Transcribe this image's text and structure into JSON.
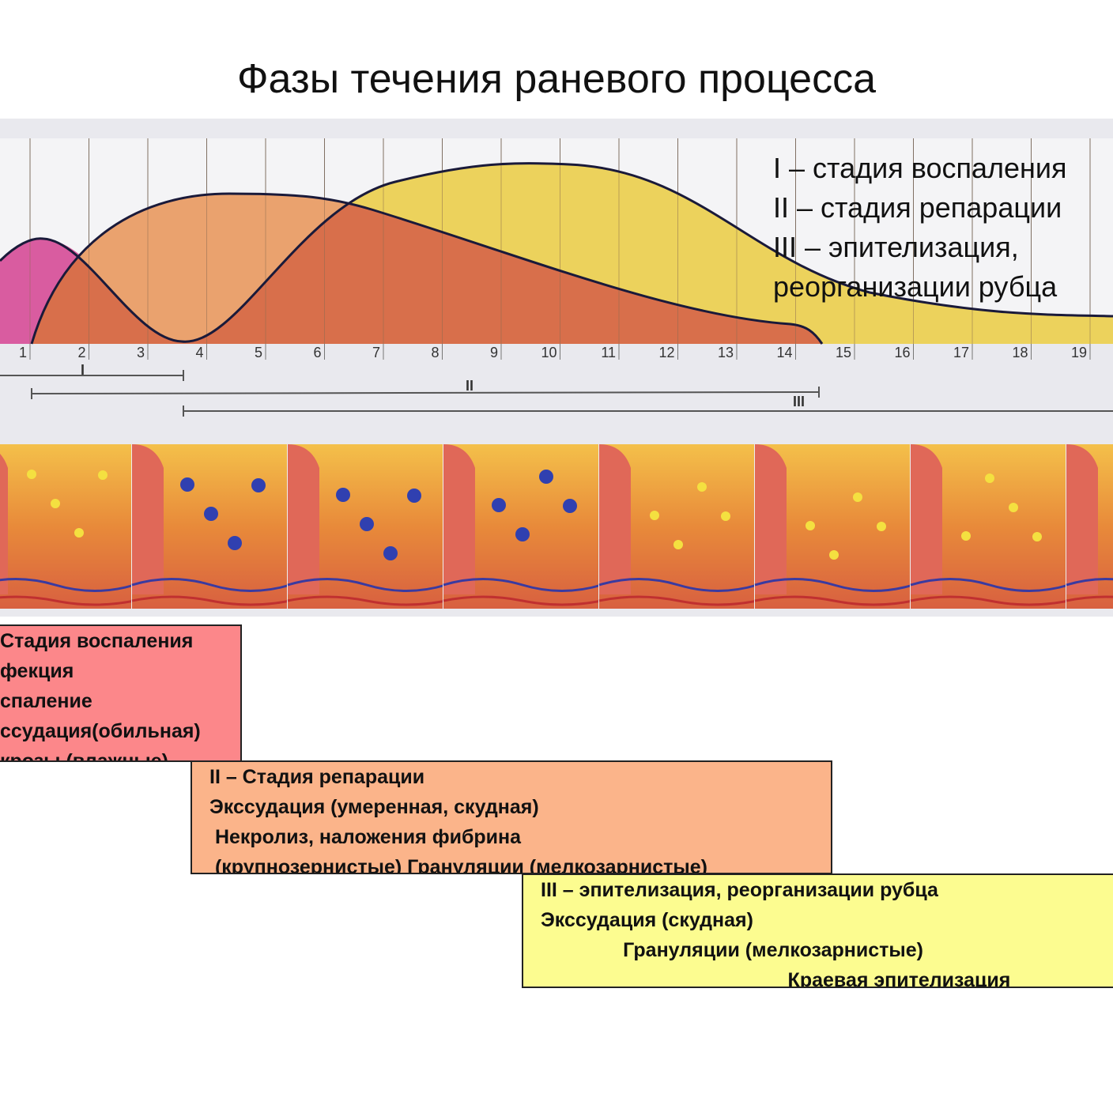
{
  "title": "Фазы течения раневого процесса",
  "legend": [
    "I – стадия воспаления",
    "II – стадия репарации",
    "III – эпителизация,",
    "реорганизации  рубца"
  ],
  "day_ticks": [
    "1",
    "2",
    "3",
    "4",
    "5",
    "6",
    "7",
    "8",
    "9",
    "10",
    "11",
    "12",
    "13",
    "14",
    "15",
    "16",
    "17",
    "18",
    "19"
  ],
  "phase_bars": {
    "I": "I",
    "II": "II",
    "III": "III"
  },
  "colors": {
    "stage1": "#d95ca0",
    "overlap": "#d86f4b",
    "stage2": "#eaa26e",
    "stage3": "#ecd25c"
  },
  "boxes": {
    "stage1": [
      "Стадия воспаления",
      "фекция",
      "спаление",
      "ссудация(обильная)",
      "крозы  (влажные)"
    ],
    "stage2": [
      "II – Стадия репарации",
      "Экссудация (умеренная, скудная)",
      " Некролиз, наложения фибрина",
      " (крупнозернистые)  Грануляции  (мелкозарнистые)"
    ],
    "stage3": [
      "III – эпителизация, реорганизации  рубца",
      "Экссудация (скудная)",
      "               Грануляции  (мелкозарнистые)",
      "                                             Краевая эпителизация"
    ]
  }
}
